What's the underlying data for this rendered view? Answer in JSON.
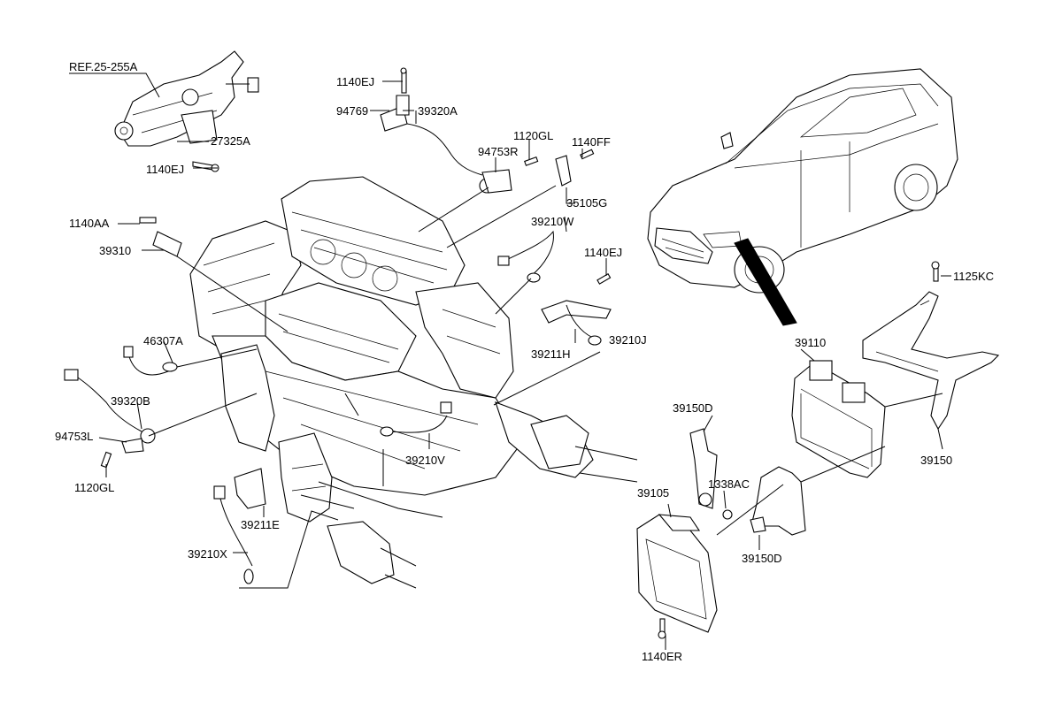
{
  "labels": {
    "ref_25_255a": "REF.25-255A",
    "p27325a": "27325A",
    "p1140ej_top_left": "1140EJ",
    "p1140ej_top": "1140EJ",
    "p94769": "94769",
    "p39320a": "39320A",
    "p1120gl_top": "1120GL",
    "p94753r": "94753R",
    "p1140ff": "1140FF",
    "p35105g": "35105G",
    "p1140aa": "1140AA",
    "p39310": "39310",
    "p39210w": "39210W",
    "p1140ej_right": "1140EJ",
    "p46307a": "46307A",
    "p39211h": "39211H",
    "p39210j": "39210J",
    "p39320b": "39320B",
    "p94753l": "94753L",
    "p1120gl_left": "1120GL",
    "p39210v": "39210V",
    "p39211e": "39211E",
    "p39210x": "39210X",
    "p1125kc": "1125KC",
    "p39110": "39110",
    "p39150d_top": "39150D",
    "p39150": "39150",
    "p39105": "39105",
    "p1338ac": "1338AC",
    "p39150d_bottom": "39150D",
    "p1140er": "1140ER"
  }
}
